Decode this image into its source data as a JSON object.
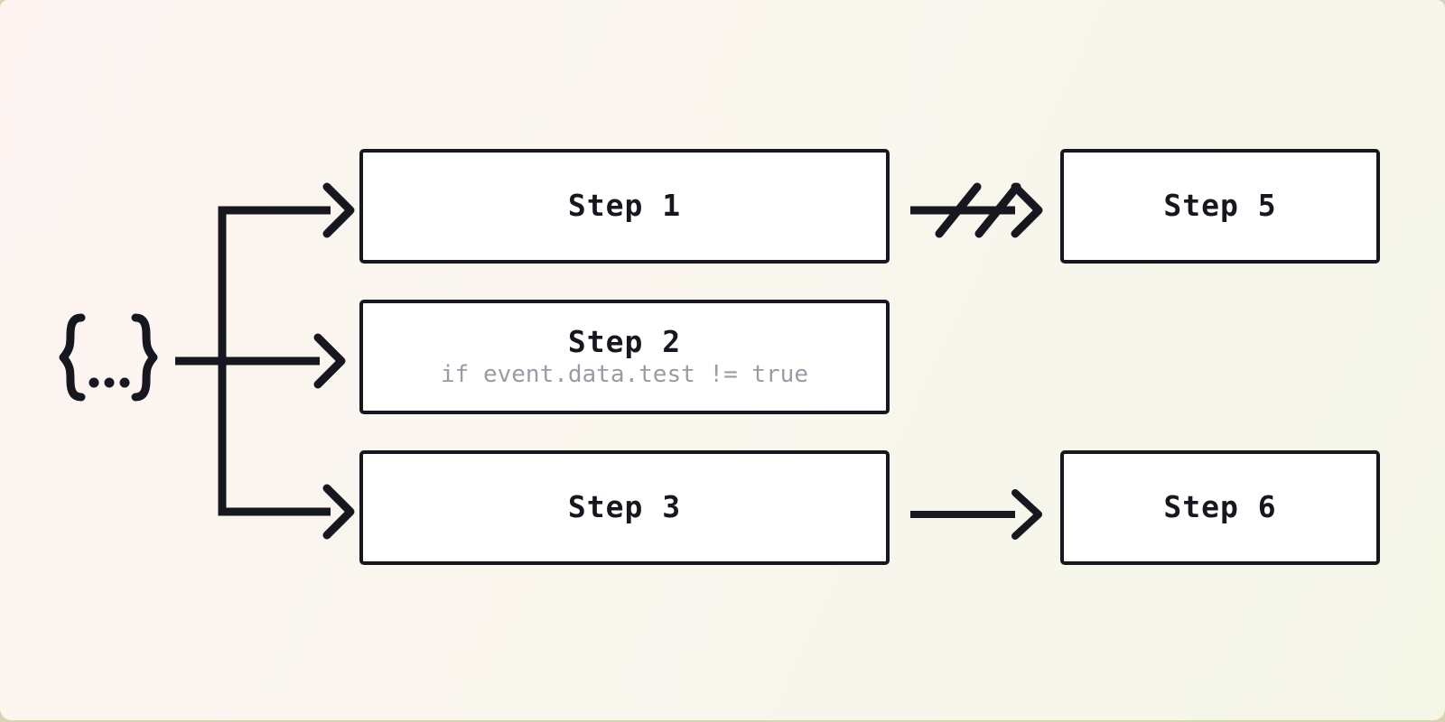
{
  "diagram": {
    "event_icon": "curly-braces-ellipsis-icon",
    "nodes": [
      {
        "id": "step-1",
        "label": "Step 1"
      },
      {
        "id": "step-2",
        "label": "Step 2",
        "condition": "if event.data.test != true"
      },
      {
        "id": "step-3",
        "label": "Step 3"
      },
      {
        "id": "step-5",
        "label": "Step 5"
      },
      {
        "id": "step-6",
        "label": "Step 6"
      }
    ],
    "edges": [
      {
        "from": "event",
        "to": "step-1",
        "style": "arrow"
      },
      {
        "from": "event",
        "to": "step-2",
        "style": "arrow"
      },
      {
        "from": "event",
        "to": "step-3",
        "style": "arrow"
      },
      {
        "from": "step-1",
        "to": "step-5",
        "style": "arrow-cancelled"
      },
      {
        "from": "step-3",
        "to": "step-6",
        "style": "arrow"
      }
    ],
    "colors": {
      "ink": "#17171f",
      "node_fill": "#ffffff",
      "muted_text": "#9b9aa6",
      "bg_outer": "#d9d3b6",
      "bg_card_top_left": "#fdf4f2",
      "bg_card_mid": "#f9f6ee",
      "bg_card_bottom_right": "#f4f6e8"
    }
  }
}
